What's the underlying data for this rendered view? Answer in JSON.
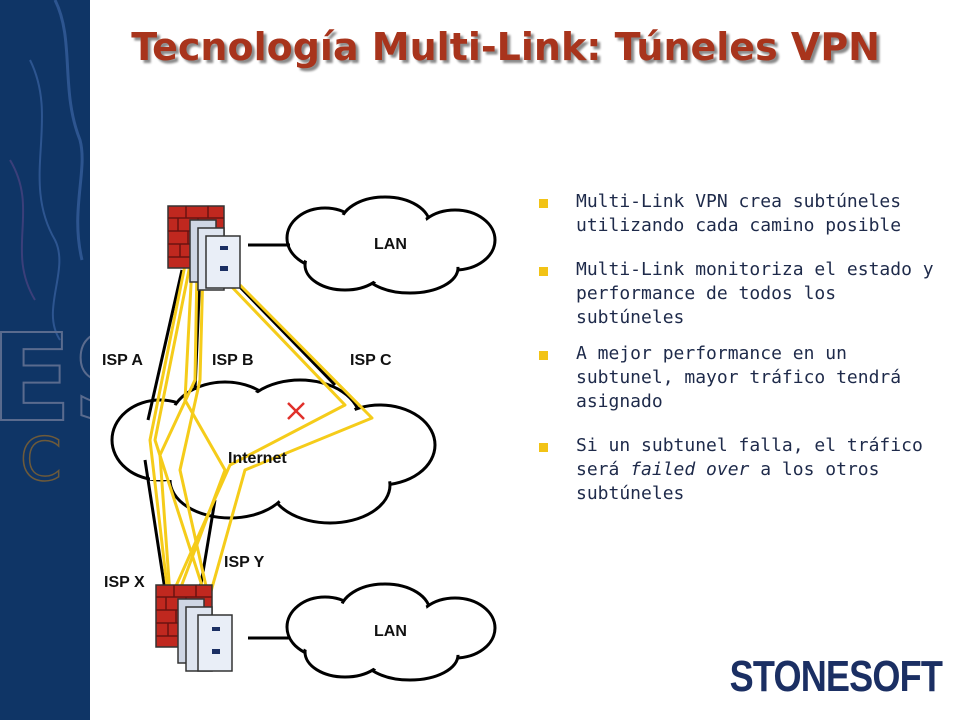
{
  "slide": {
    "title": "Tecnología Multi-Link: Túneles VPN",
    "bullets": [
      [
        "Multi-Link VPN crea subtúneles utilizando cada camino posible"
      ],
      [
        "Multi-Link monitoriza el estado y performance de todos los subtúneles"
      ],
      [
        "A mejor performance en un subtunel, mayor tráfico tendrá asignado"
      ],
      [
        "Si un subtunel falla, el tráfico será ",
        "failed over",
        " a los otros subtúneles"
      ]
    ],
    "logo": "STONESOFT"
  },
  "diagram": {
    "lan_top": "LAN",
    "lan_bottom": "LAN",
    "internet": "Internet",
    "isp_a": "ISP A",
    "isp_b": "ISP B",
    "isp_c": "ISP C",
    "isp_x": "ISP X",
    "isp_y": "ISP Y"
  },
  "colors": {
    "title": "#a8341c",
    "sidebar": "#0f3566",
    "tunnel": "#f5cc1a",
    "firewall": "#c0281f",
    "bullet": "#f2c316",
    "logo": "#1b2f63"
  },
  "icons": [
    "firewall-server-icon",
    "cloud-icon",
    "failure-x-icon",
    "bullet-square-icon"
  ]
}
